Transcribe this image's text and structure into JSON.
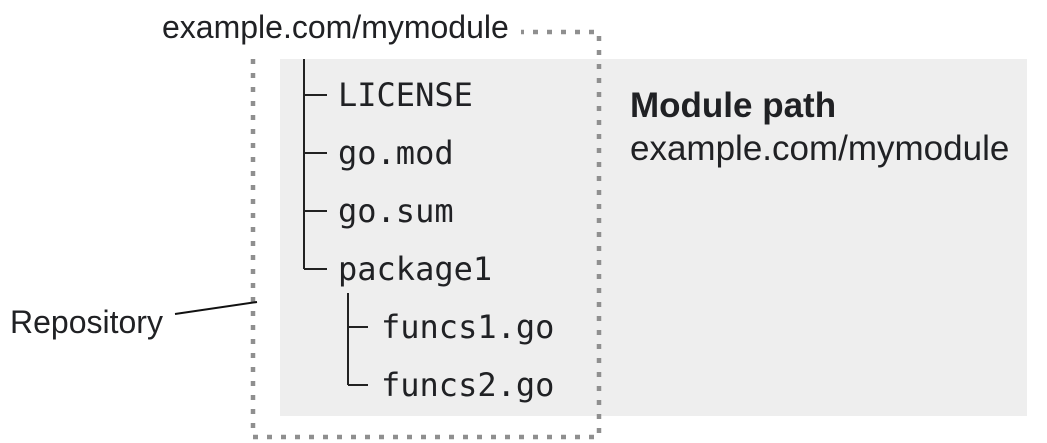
{
  "header": {
    "repo_title": "example.com/mymodule"
  },
  "repository": {
    "label": "Repository"
  },
  "module_info": {
    "heading": "Module path",
    "path": "example.com/mymodule"
  },
  "file_tree": {
    "items": [
      {
        "label": "LICENSE",
        "level": 1
      },
      {
        "label": "go.mod",
        "level": 1
      },
      {
        "label": "go.sum",
        "level": 1
      },
      {
        "label": "package1",
        "level": 1
      },
      {
        "label": "funcs1.go",
        "level": 2
      },
      {
        "label": "funcs2.go",
        "level": 2
      }
    ]
  },
  "colors": {
    "background": "#ffffff",
    "module_panel": "#eeeeee",
    "dashed_border": "#8f8f8f",
    "tree_lines": "#222222",
    "text": "#202124"
  },
  "icons": {
    "repository_boundary": "dashed-rectangle",
    "tree_branches": "tree-branch-lines",
    "repository_connector": "callout-line"
  }
}
